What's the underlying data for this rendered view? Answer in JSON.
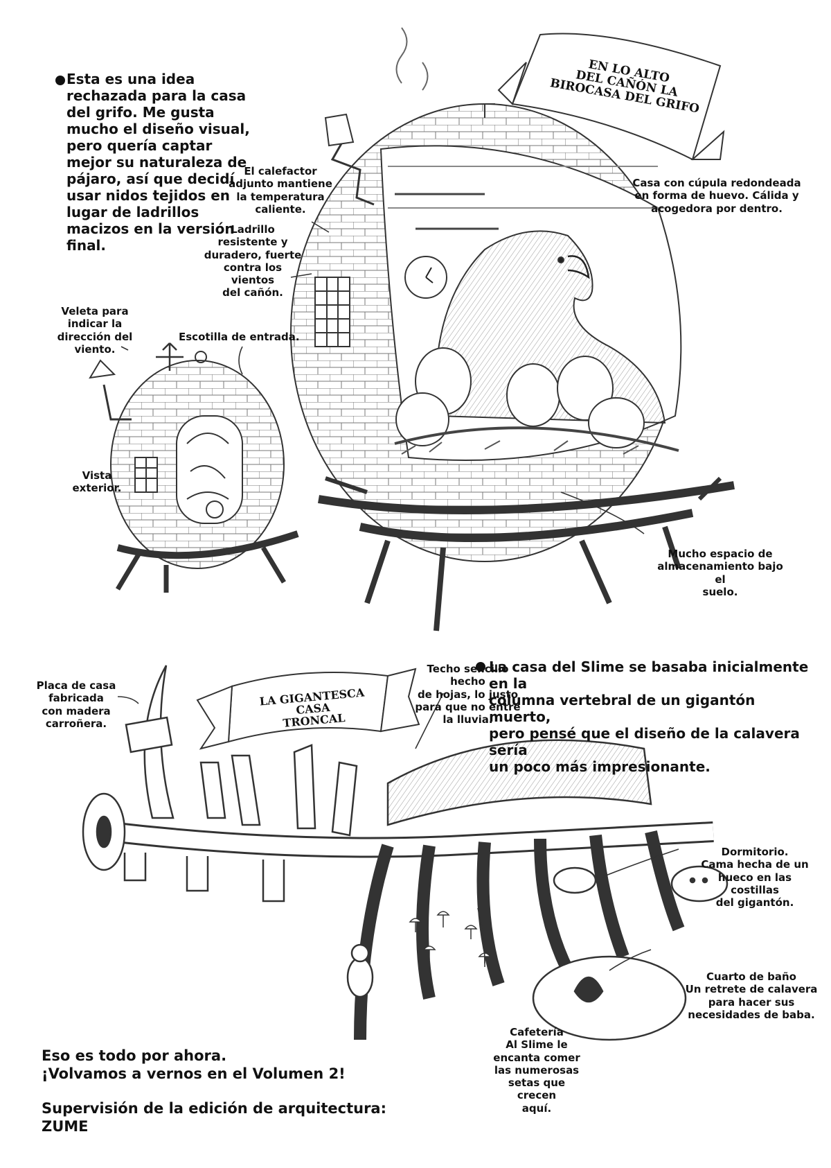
{
  "notes": {
    "griffin_intro": "Esta es una idea\nrechazada para la casa\ndel grifo. Me gusta\nmucho el diseño visual,\npero quería captar\nmejor su naturaleza de\npájaro, así que decidí\nusar nidos tejidos en\nlugar de ladrillos\nmacizos en la versión\nfinal.",
    "heater": "El calefactor\nadjunto mantiene\nla temperatura\ncaliente.",
    "brick": "Ladrillo\nresistente y\nduradero, fuerte\ncontra los vientos\ndel cañón.",
    "dome": "Casa con cúpula redondeada\nen forma de huevo. Cálida y\nacogedora por dentro.",
    "vane": "Veleta para\nindicar la\ndirección del\nviento.",
    "hatch": "Escotilla de entrada.",
    "exterior": "Vista\nexterior.",
    "storage": "Mucho espacio de\nalmacenamiento bajo el\nsuelo.",
    "plaque": "Placa de casa\nfabricada\ncon madera\ncarroñera.",
    "roof": "Techo sencillo hecho\nde hojas, lo justo\npara que no entre\nla lluvia.",
    "slime_intro": "La casa del Slime se basaba inicialmente en la\ncolumna vertebral de un gigantón muerto,\npero pensé que el diseño de la calavera sería\nun poco más impresionante.",
    "bedroom": "Dormitorio.\nCama hecha de un\nhueco en las costillas\ndel gigantón.",
    "bathroom": "Cuarto de baño\nUn retrete de calavera\npara hacer sus\nnecesidades de baba.",
    "cafeteria": "Cafetería\nAl Slime le\nencanta comer\nlas numerosas\nsetas que crecen\naquí.",
    "closing": "Eso es todo por ahora.\n¡Volvamos a vernos en el Volumen 2!",
    "credit": "Supervisión de la edición de arquitectura: ZUME"
  },
  "banners": {
    "griffin": "EN LO ALTO\nDEL CAÑÓN LA\nBIROCASA DEL GRIFO",
    "trunk": "LA GIGANTESCA CASA\nTRONCAL"
  },
  "colors": {
    "ink": "#111111",
    "paper": "#ffffff",
    "sketch": "#555555"
  }
}
